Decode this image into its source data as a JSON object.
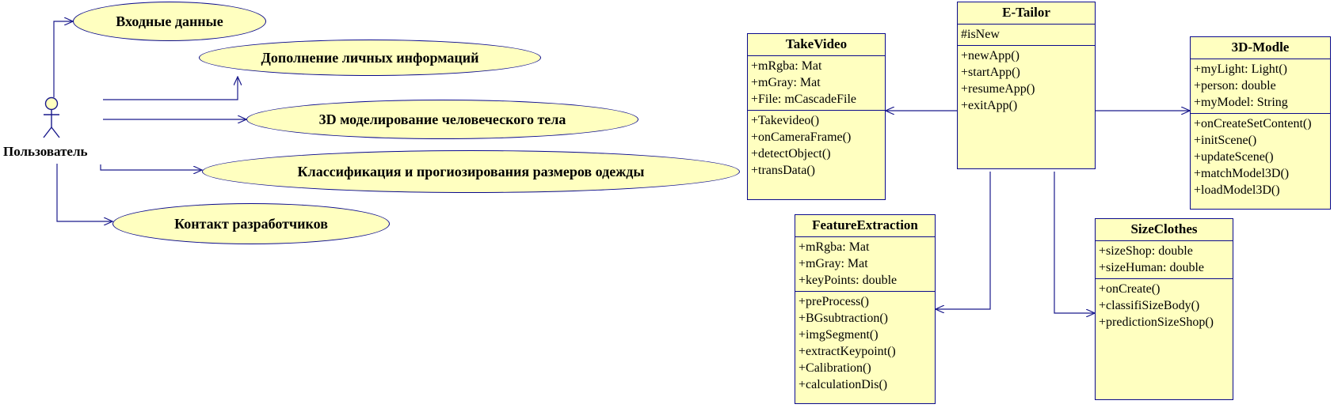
{
  "use_case": {
    "actor": "Пользователь",
    "cases": [
      {
        "id": "input",
        "label": "Входные данные"
      },
      {
        "id": "personal",
        "label": "Дополнение личных информаций"
      },
      {
        "id": "model3d",
        "label": "3D моделирование человеческого тела"
      },
      {
        "id": "classify",
        "label": "Классификация и прогиозирования размеров одежды"
      },
      {
        "id": "contact",
        "label": "Контакт разработчиков"
      }
    ]
  },
  "classes": {
    "etailor": {
      "name": "E-Tailor",
      "attributes": [
        "#isNew"
      ],
      "methods": [
        "+newApp()",
        "+startApp()",
        "+resumeApp()",
        "+exitApp()"
      ]
    },
    "takevideo": {
      "name": "TakeVideo",
      "attributes": [
        "+mRgba: Mat",
        "+mGray: Mat",
        "+File: mCascadeFile"
      ],
      "methods": [
        "+Takevideo()",
        "+onCameraFrame()",
        "+detectObject()",
        "+transData()"
      ]
    },
    "modle3d": {
      "name": "3D-Modle",
      "attributes": [
        "+myLight: Light()",
        "+person: double",
        "+myModel: String"
      ],
      "methods": [
        "+onCreateSetContent()",
        "+initScene()",
        "+updateScene()",
        "+matchModel3D()",
        "+loadModel3D()"
      ]
    },
    "feature": {
      "name": "FeatureExtraction",
      "attributes": [
        "+mRgba: Mat",
        "+mGray: Mat",
        "+keyPoints: double"
      ],
      "methods": [
        "+preProcess()",
        "+BGsubtraction()",
        "+imgSegment()",
        "+extractKeypoint()",
        "+Calibration()",
        "+calculationDis()"
      ]
    },
    "sizeclothes": {
      "name": "SizeClothes",
      "attributes": [
        "+sizeShop: double",
        "+sizeHuman: double"
      ],
      "methods": [
        "+onCreate()",
        "+classifiSizeBody()",
        "+predictionSizeShop()"
      ]
    }
  },
  "colors": {
    "fill": "#ffffc0",
    "border": "#0a0a8c",
    "line": "#1a1a8c"
  }
}
